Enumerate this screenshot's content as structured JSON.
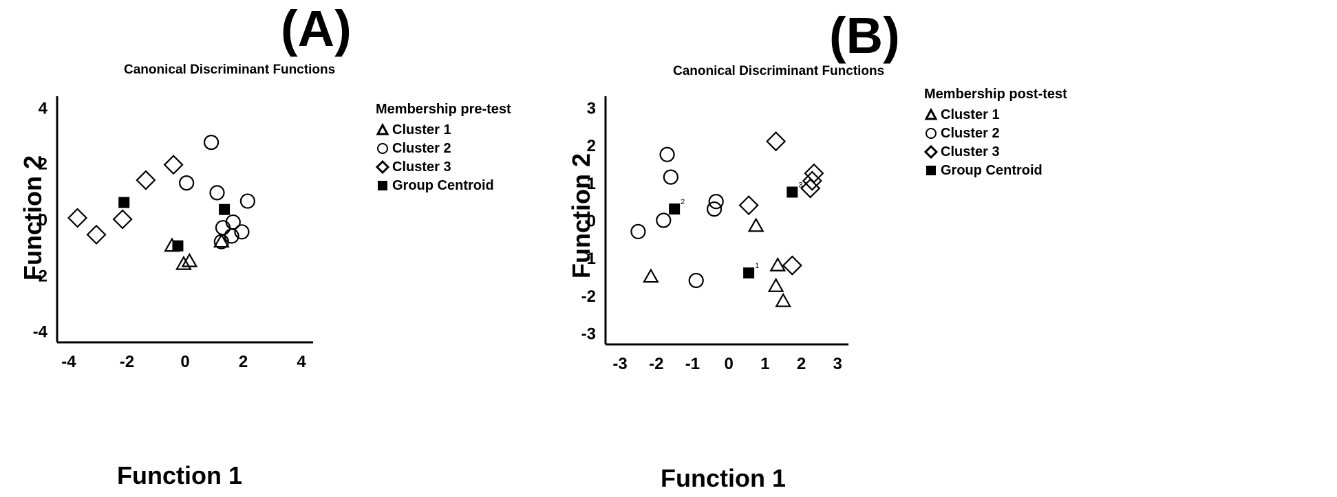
{
  "panels": [
    {
      "label": "(A)"
    },
    {
      "label": "(B)"
    }
  ],
  "chart_data": [
    {
      "type": "scatter",
      "title": "Canonical Discriminant Functions",
      "xlabel": "Function 1",
      "ylabel": "Function 2",
      "xlim": [
        -4.4,
        4.4
      ],
      "ylim": [
        -4.4,
        4.4
      ],
      "xticks": [
        "-4",
        "-2",
        "0",
        "2",
        "4"
      ],
      "yticks": [
        "-4",
        "-2",
        "0",
        "2",
        "4"
      ],
      "xtick_values": [
        -4,
        -2,
        0,
        2,
        4
      ],
      "ytick_values": [
        -4,
        -2,
        0,
        2,
        4
      ],
      "grid": false,
      "legend_placement": "right",
      "legend_title": "Membership pre-test",
      "series": [
        {
          "name": "Cluster 1",
          "marker": "triangle-open",
          "points": [
            [
              -0.45,
              -0.95
            ],
            [
              0.15,
              -1.5
            ],
            [
              -0.05,
              -1.6
            ],
            [
              1.25,
              -0.8
            ]
          ]
        },
        {
          "name": "Cluster 2",
          "marker": "circle-open",
          "points": [
            [
              0.9,
              2.75
            ],
            [
              0.05,
              1.3
            ],
            [
              1.1,
              0.95
            ],
            [
              2.15,
              0.65
            ],
            [
              1.3,
              -0.3
            ],
            [
              1.65,
              -0.1
            ],
            [
              1.6,
              -0.6
            ],
            [
              1.95,
              -0.45
            ],
            [
              1.25,
              -0.8
            ]
          ]
        },
        {
          "name": "Cluster 3",
          "marker": "diamond-open",
          "points": [
            [
              -0.4,
              1.95
            ],
            [
              -1.35,
              1.4
            ],
            [
              -2.15,
              0.0
            ],
            [
              -3.7,
              0.05
            ],
            [
              -3.05,
              -0.55
            ]
          ]
        },
        {
          "name": "Group Centroid",
          "marker": "square-filled",
          "points": [
            [
              -2.1,
              0.6
            ],
            [
              1.35,
              0.35
            ],
            [
              -0.25,
              -0.95
            ]
          ]
        }
      ],
      "centroid_labels": []
    },
    {
      "type": "scatter",
      "title": "Canonical Discriminant Functions",
      "xlabel": "Function 1",
      "ylabel": "Function 2",
      "xlim": [
        -3.4,
        3.3
      ],
      "ylim": [
        -3.3,
        3.3
      ],
      "xticks": [
        "-3",
        "-2",
        "-1",
        "0",
        "1",
        "2",
        "3"
      ],
      "yticks": [
        "-3",
        "-2",
        "-1",
        "0",
        "1",
        "2",
        "3"
      ],
      "xtick_values": [
        -3,
        -2,
        -1,
        0,
        1,
        2,
        3
      ],
      "ytick_values": [
        -3,
        -2,
        -1,
        0,
        1,
        2,
        3
      ],
      "grid": false,
      "legend_placement": "right",
      "legend_title": "Membership post-test",
      "series": [
        {
          "name": "Cluster 1",
          "marker": "triangle-open",
          "points": [
            [
              0.75,
              -0.15
            ],
            [
              1.35,
              -1.2
            ],
            [
              1.3,
              -1.75
            ],
            [
              1.5,
              -2.15
            ],
            [
              -2.15,
              -1.5
            ]
          ]
        },
        {
          "name": "Cluster 2",
          "marker": "circle-open",
          "points": [
            [
              -1.7,
              1.75
            ],
            [
              -1.6,
              1.15
            ],
            [
              -1.8,
              0.0
            ],
            [
              -2.5,
              -0.3
            ],
            [
              -0.35,
              0.5
            ],
            [
              -0.4,
              0.3
            ],
            [
              -0.9,
              -1.6
            ]
          ]
        },
        {
          "name": "Cluster 3",
          "marker": "diamond-open",
          "points": [
            [
              1.3,
              2.1
            ],
            [
              2.35,
              1.25
            ],
            [
              2.3,
              1.05
            ],
            [
              2.25,
              0.85
            ],
            [
              0.55,
              0.4
            ],
            [
              1.75,
              -1.2
            ]
          ]
        }
      ],
      "centroids": {
        "name": "Group Centroid",
        "marker": "square-filled",
        "points": [
          [
            0.55,
            -1.4
          ],
          [
            -1.5,
            0.3
          ],
          [
            1.75,
            0.75
          ]
        ],
        "labels": [
          "1",
          "2",
          "3"
        ]
      }
    }
  ]
}
